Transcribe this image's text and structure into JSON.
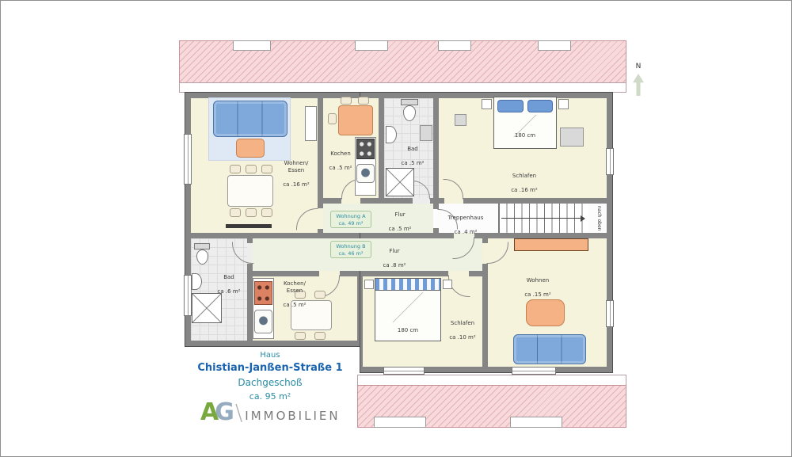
{
  "plan": {
    "north_label": "N",
    "stairs_note": "nach oben"
  },
  "rooms": {
    "wohnen_essen_a": {
      "label": "Wohnen/\nEssen",
      "area": "ca .16 m²"
    },
    "kochen_a": {
      "label": "Kochen",
      "area": "ca .5 m²"
    },
    "bad_a": {
      "label": "Bad",
      "area": "ca .5 m²"
    },
    "schlafen_a": {
      "label": "Schlafen",
      "area": "ca .16 m²",
      "bed_width": "180 cm"
    },
    "flur_a": {
      "label": "Flur",
      "area": "ca .5 m²"
    },
    "treppenhaus": {
      "label": "Treppenhaus",
      "area": "ca .4 m²"
    },
    "flur_b": {
      "label": "Flur",
      "area": "ca .8 m²"
    },
    "bad_b": {
      "label": "Bad",
      "area": "ca .6 m²"
    },
    "kochen_essen_b": {
      "label": "Kochen/\nEssen",
      "area": "ca .5 m²"
    },
    "schlafen_b": {
      "label": "Schlafen",
      "area": "ca .10 m²",
      "bed_width": "180 cm"
    },
    "wohnen_b": {
      "label": "Wohnen",
      "area": "ca .15 m²"
    }
  },
  "units": {
    "a": {
      "name": "Wohnung A",
      "area": "ca. 49 m²"
    },
    "b": {
      "name": "Wohnung B",
      "area": "ca. 46 m²"
    }
  },
  "title_block": {
    "line1": "Haus",
    "line2": "Chistian-Janßen-Straße 1",
    "line3": "Dachgeschoß",
    "line4": "ca. 95 m²"
  },
  "logo": {
    "letter_a": "A",
    "letter_g": "G",
    "slash": "\\",
    "word": "IMMOBILIEN"
  },
  "colors": {
    "roof": "#f8dadc",
    "wall": "#858585",
    "room_floor": "#f6f3dd",
    "hall_floor": "#edf2e2",
    "sofa_blue": "#7fa9da",
    "wood_orange": "#f4b285",
    "accent_teal": "#2b8ca4",
    "accent_blue": "#1a63b0"
  }
}
